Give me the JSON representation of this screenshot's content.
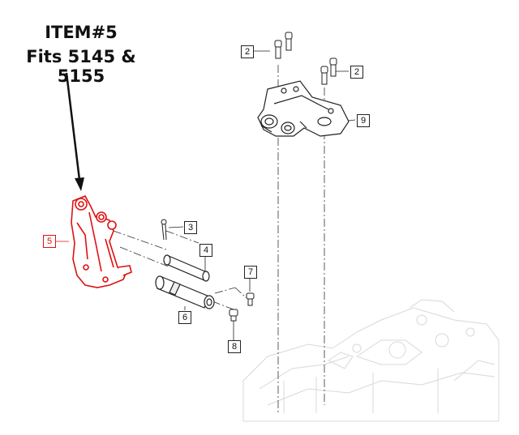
{
  "heading": {
    "line1": "ITEM#5",
    "line2": "Fits 5145 & 5155"
  },
  "callouts": [
    {
      "id": "c2a",
      "label": "2"
    },
    {
      "id": "c2b",
      "label": "2"
    },
    {
      "id": "c9",
      "label": "9"
    },
    {
      "id": "c3",
      "label": "3"
    },
    {
      "id": "c4",
      "label": "4"
    },
    {
      "id": "c5",
      "label": "5"
    },
    {
      "id": "c6",
      "label": "6"
    },
    {
      "id": "c7",
      "label": "7"
    },
    {
      "id": "c8",
      "label": "8"
    }
  ],
  "colors": {
    "highlight": "#e01010",
    "line": "#222222",
    "ghost": "#d8d8d8"
  }
}
